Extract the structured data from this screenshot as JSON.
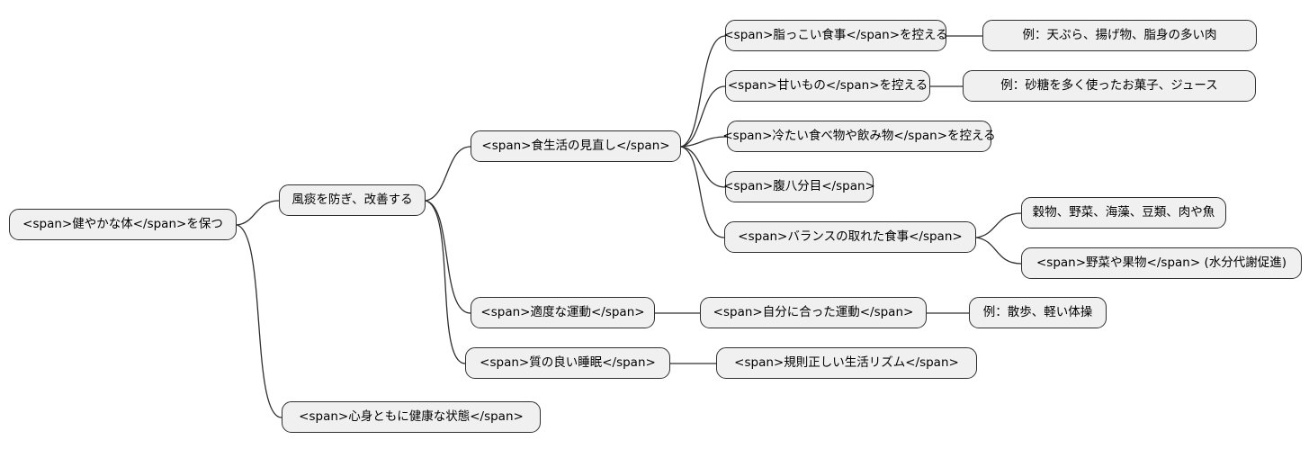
{
  "diagram": {
    "type": "mindmap",
    "colors": {
      "background": "#ffffff",
      "node_fill": "#f0f0f0",
      "node_border": "#2f2f2f",
      "edge": "#2f2f2f",
      "text": "#000000"
    },
    "root": {
      "label": "<span>健やかな体</span>を保つ",
      "children": [
        {
          "label": "風痰を防ぎ、改善する",
          "children": [
            {
              "label": "<span>食生活の見直し</span>",
              "children": [
                {
                  "label": "<span>脂っこい食事</span>を控える",
                  "children": [
                    {
                      "label": "例：天ぷら、揚げ物、脂身の多い肉",
                      "children": []
                    }
                  ]
                },
                {
                  "label": "<span>甘いもの</span>を控える",
                  "children": [
                    {
                      "label": "例：砂糖を多く使ったお菓子、ジュース",
                      "children": []
                    }
                  ]
                },
                {
                  "label": "<span>冷たい食べ物や飲み物</span>を控える",
                  "children": []
                },
                {
                  "label": "<span>腹八分目</span>",
                  "children": []
                },
                {
                  "label": "<span>バランスの取れた食事</span>",
                  "children": [
                    {
                      "label": "穀物、野菜、海藻、豆類、肉や魚",
                      "children": []
                    },
                    {
                      "label": "<span>野菜や果物</span> (水分代謝促進)",
                      "children": []
                    }
                  ]
                }
              ]
            },
            {
              "label": "<span>適度な運動</span>",
              "children": [
                {
                  "label": "<span>自分に合った運動</span>",
                  "children": [
                    {
                      "label": "例：散歩、軽い体操",
                      "children": []
                    }
                  ]
                }
              ]
            },
            {
              "label": "<span>質の良い睡眠</span>",
              "children": [
                {
                  "label": "<span>規則正しい生活リズム</span>",
                  "children": []
                }
              ]
            }
          ]
        },
        {
          "label": "<span>心身ともに健康な状態</span>",
          "children": []
        }
      ]
    }
  }
}
